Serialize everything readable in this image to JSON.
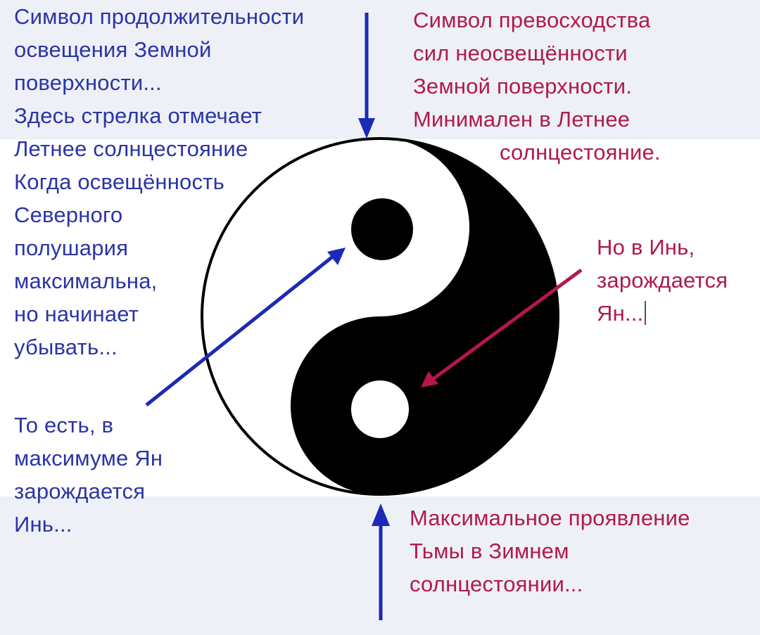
{
  "diagram": {
    "top_left_note": [
      "Символ продолжительности",
      "освещения Земной",
      "поверхности...",
      "Здесь стрелка отмечает",
      "Летнее солнцестояние",
      "Когда освещённость",
      "Северного",
      "полушария",
      "максимальна,",
      "но начинает",
      "убывать..."
    ],
    "top_right_note": [
      "Символ превосходства",
      "сил неосвещённости",
      "Земной поверхности.",
      "Минимален в Летнее",
      "солнцестояние."
    ],
    "right_note": [
      "Но в Инь,",
      "зарождается",
      "Ян..."
    ],
    "bottom_left_note": [
      "То есть, в",
      "максимуме Ян",
      "зарождается",
      "Инь..."
    ],
    "bottom_right_note": [
      "Максимальное проявление",
      "Тьмы в Зимнем",
      "солнцестоянии..."
    ],
    "symbol_icon": "yin-yang-icon",
    "colors": {
      "blue_text": "#2a34a6",
      "red_text": "#b01a4a",
      "blue_arrow": "#1a29b8",
      "red_arrow": "#b5174a",
      "background": "#eef0f7"
    }
  }
}
